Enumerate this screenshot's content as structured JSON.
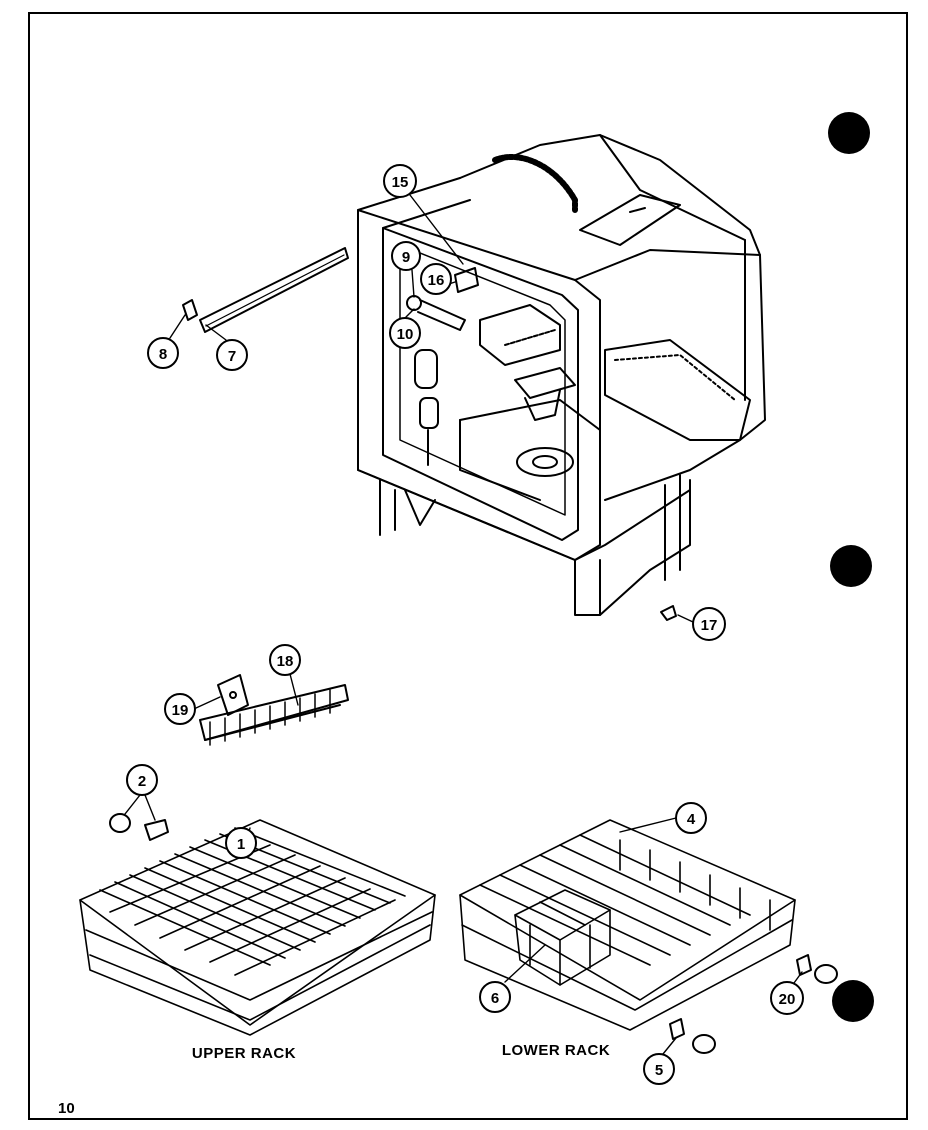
{
  "page_number": "10",
  "rack_labels": {
    "upper": "UPPER RACK",
    "lower": "LOWER RACK"
  },
  "callouts": [
    {
      "id": "c15",
      "label": "15"
    },
    {
      "id": "c9",
      "label": "9"
    },
    {
      "id": "c16",
      "label": "16"
    },
    {
      "id": "c10",
      "label": "10"
    },
    {
      "id": "c8",
      "label": "8"
    },
    {
      "id": "c7",
      "label": "7"
    },
    {
      "id": "c17",
      "label": "17"
    },
    {
      "id": "c18",
      "label": "18"
    },
    {
      "id": "c19",
      "label": "19"
    },
    {
      "id": "c2",
      "label": "2"
    },
    {
      "id": "c1",
      "label": "1"
    },
    {
      "id": "c4",
      "label": "4"
    },
    {
      "id": "c6",
      "label": "6"
    },
    {
      "id": "c20",
      "label": "20"
    },
    {
      "id": "c5",
      "label": "5"
    }
  ],
  "colors": {
    "ink": "#000000",
    "paper": "#ffffff"
  }
}
